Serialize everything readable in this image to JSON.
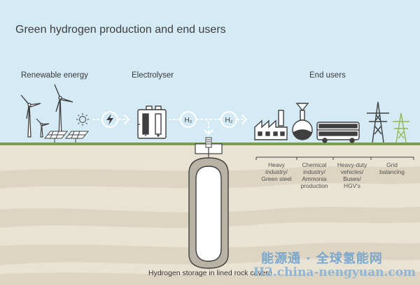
{
  "title": "Green hydrogen production and end users",
  "stages": {
    "renewable": "Renewable energy",
    "electrolyser": "Electrolyser",
    "end_users": "End users"
  },
  "h2_label": "H₂",
  "end_users": [
    {
      "label": "Heavy industry/ Green steel",
      "lines": [
        "Heavy",
        "industry/",
        "Green steel"
      ]
    },
    {
      "label": "Chemical industry/ Ammonia production",
      "lines": [
        "Chemical",
        "industry/",
        "Ammonia",
        "production"
      ]
    },
    {
      "label": "Heavy-duty vehicles/ Buses/ HGV's",
      "lines": [
        "Heavy-duty",
        "vehicles/",
        "Buses/",
        "HGV's"
      ]
    },
    {
      "label": "Grid balancing",
      "lines": [
        "Grid",
        "balancing"
      ]
    }
  ],
  "storage_caption": "Hydrogen storage in lined rock cavern",
  "watermark": {
    "line1": "能源通 · 全球氢能网",
    "line2": "H2.china-nengyuan.com"
  },
  "colors": {
    "sky": "#d4eaf5",
    "grass": "#7aa04a",
    "soil": "#e9e3d4",
    "soil_band": "#ddd5c1",
    "icon": "#3f3f3f",
    "accent_green": "#8fb84d"
  }
}
